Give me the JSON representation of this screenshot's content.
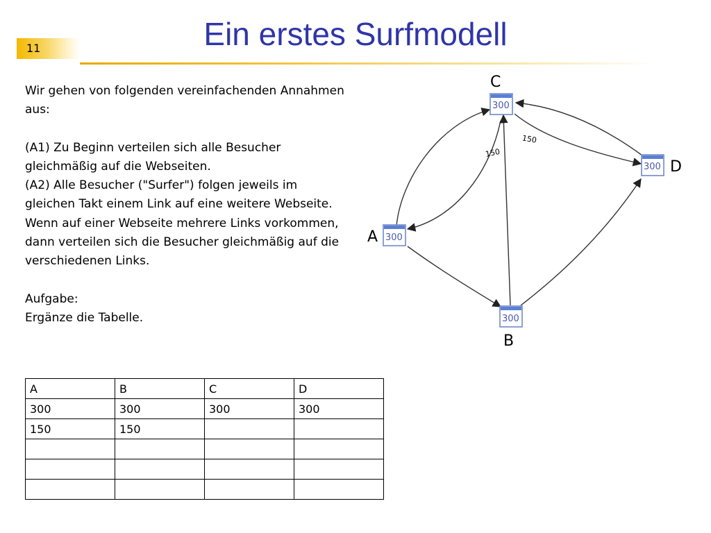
{
  "slide": {
    "number": "11",
    "title": "Ein erstes Surfmodell"
  },
  "text": {
    "intro": "Wir gehen von folgenden vereinfachenden Annahmen aus:",
    "a1": "(A1) Zu Beginn verteilen sich alle Besucher gleichmäßig auf die Webseiten.",
    "a2": "(A2) Alle Besucher (\"Surfer\") folgen jeweils im gleichen Takt einem Link auf eine weitere Webseite. Wenn auf einer Webseite mehrere Links vorkommen, dann verteilen sich die Besucher gleichmäßig auf die verschiedenen Links.",
    "task_heading": "Aufgabe:",
    "task": "Ergänze die Tabelle."
  },
  "diagram": {
    "nodes": {
      "A": {
        "label": "A",
        "value": "300"
      },
      "B": {
        "label": "B",
        "value": "300"
      },
      "C": {
        "label": "C",
        "value": "300"
      },
      "D": {
        "label": "D",
        "value": "300"
      }
    },
    "edge_labels": {
      "A_C": "150",
      "C_D": "150"
    },
    "edges": [
      {
        "from": "A",
        "to": "C"
      },
      {
        "from": "C",
        "to": "A"
      },
      {
        "from": "A",
        "to": "B"
      },
      {
        "from": "B",
        "to": "C"
      },
      {
        "from": "B",
        "to": "D"
      },
      {
        "from": "C",
        "to": "D"
      },
      {
        "from": "D",
        "to": "C"
      }
    ],
    "colors": {
      "title": "#2f35a8",
      "node_bar": "#5b7fd6",
      "node_value": "#4a5aa8"
    }
  },
  "table": {
    "headers": [
      "A",
      "B",
      "C",
      "D"
    ],
    "rows": [
      [
        "300",
        "300",
        "300",
        "300"
      ],
      [
        "150",
        "150",
        "",
        ""
      ],
      [
        "",
        "",
        "",
        ""
      ],
      [
        "",
        "",
        "",
        ""
      ],
      [
        "",
        "",
        "",
        ""
      ]
    ]
  }
}
